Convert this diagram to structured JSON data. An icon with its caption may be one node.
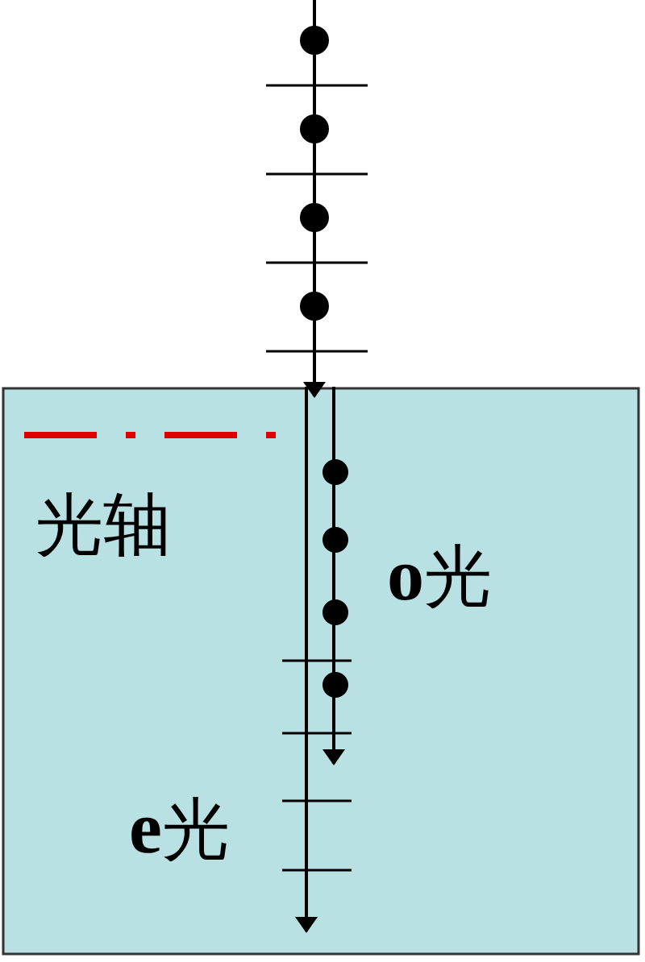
{
  "diagram": {
    "labels": [
      "光轴",
      "**o**光",
      "**e**光"
    ]
  }
}
